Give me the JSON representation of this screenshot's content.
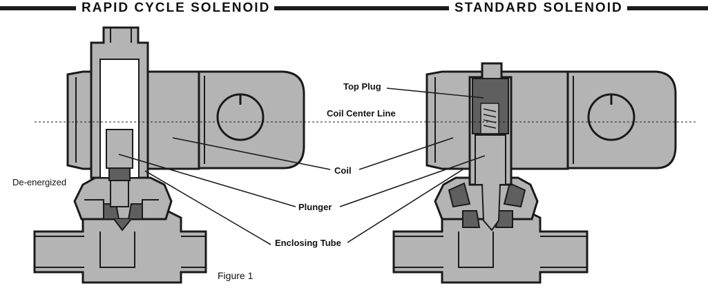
{
  "headers": {
    "left": "RAPID CYCLE SOLENOID",
    "right": "STANDARD SOLENOID"
  },
  "labels": {
    "top_plug": "Top Plug",
    "coil_center_line": "Coil Center Line",
    "coil": "Coil",
    "plunger": "Plunger",
    "enclosing_tube": "Enclosing Tube",
    "de_energized": "De-energized",
    "figure": "Figure 1"
  },
  "colors": {
    "body_gray": "#b4b4b4",
    "dark_gray": "#5f5f5f",
    "outline": "#1a1a1a",
    "header_rule": "#1a1a1a"
  },
  "icons": {
    "coil_symbol": "circle-arrow-icon"
  }
}
